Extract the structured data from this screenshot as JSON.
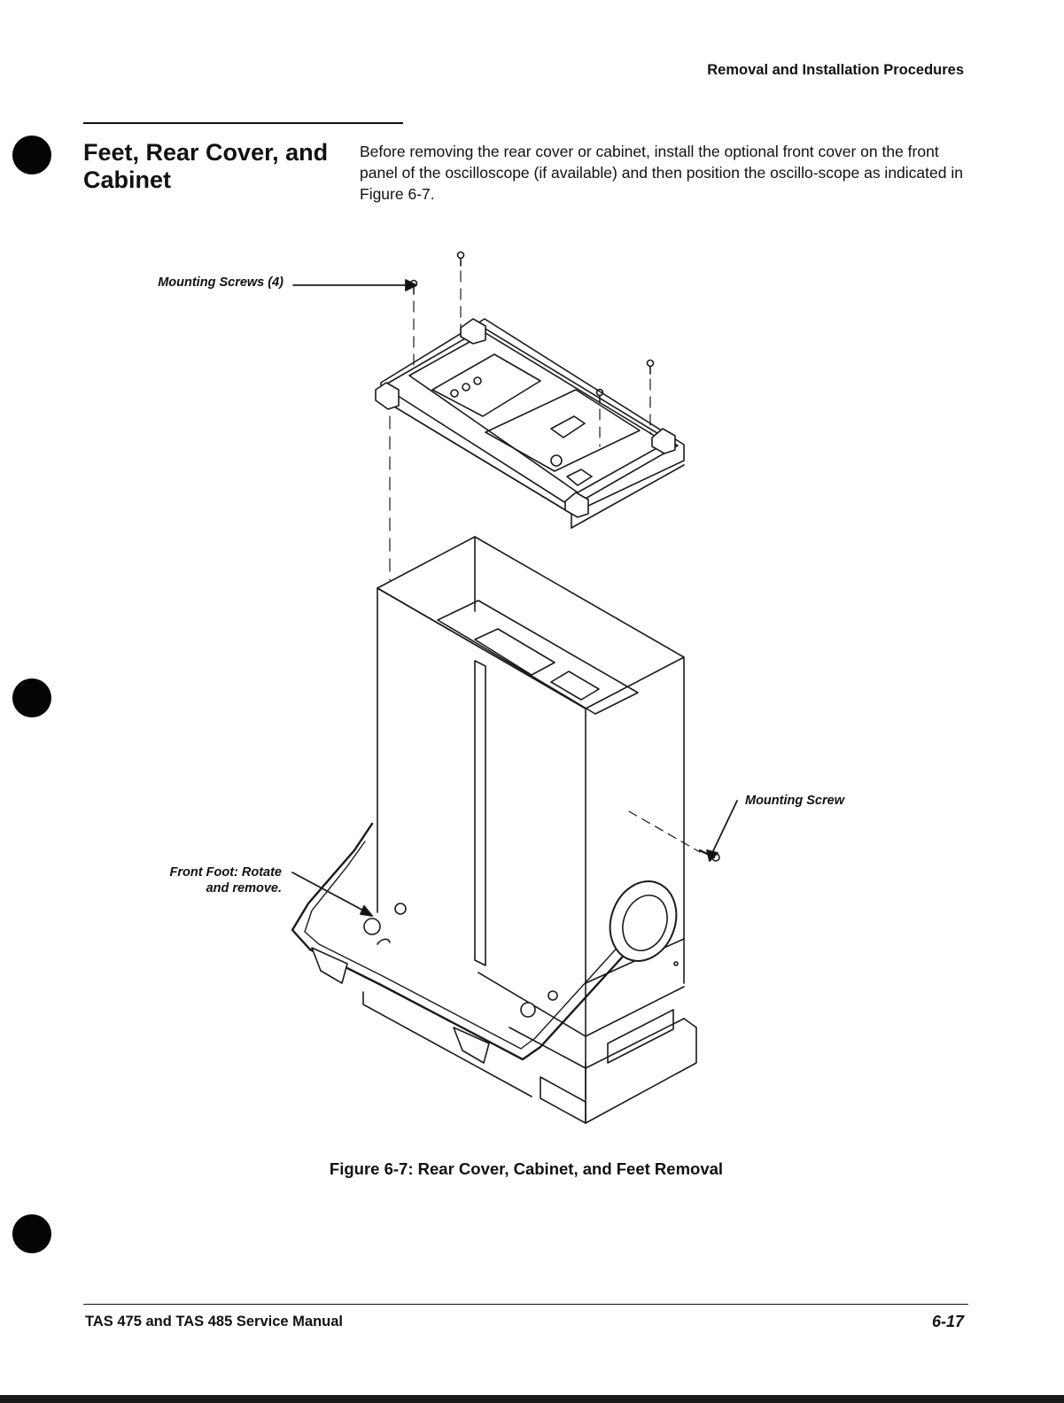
{
  "header": {
    "running_title": "Removal and Installation Procedures"
  },
  "section": {
    "title_line1": "Feet, Rear Cover, and",
    "title_line2": "Cabinet",
    "intro": "Before removing the rear cover or cabinet, install the optional front cover on the front panel of the oscilloscope (if available) and then position the oscillo-scope as indicated in Figure 6-7."
  },
  "figure": {
    "callouts": {
      "mounting_screws": "Mounting Screws (4)",
      "front_foot_line1": "Front Foot: Rotate",
      "front_foot_line2": "and remove.",
      "mounting_screw": "Mounting Screw"
    },
    "caption": "Figure 6-7:  Rear Cover, Cabinet, and Feet Removal"
  },
  "footer": {
    "manual_title": "TAS 475 and TAS 485 Service Manual",
    "page_number": "6-17"
  }
}
